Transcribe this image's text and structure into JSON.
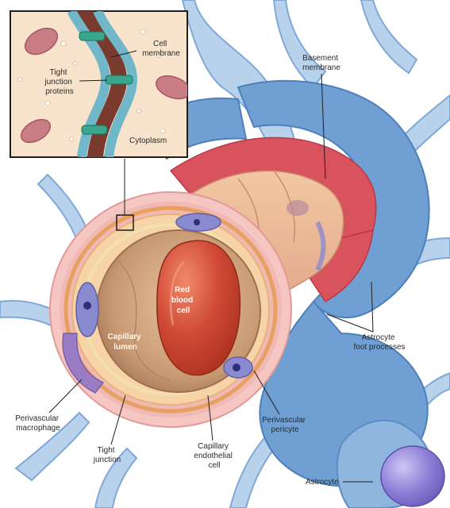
{
  "inset": {
    "cell_membrane": [
      "Cell",
      "membrane"
    ],
    "tight_junction_proteins": [
      "Tight",
      "junction",
      "proteins"
    ],
    "cytoplasm": "Cytoplasm"
  },
  "labels": {
    "basement_membrane": [
      "Basement",
      "membrane"
    ],
    "red_blood_cell": [
      "Red",
      "blood",
      "cell"
    ],
    "capillary_lumen": [
      "Capillary",
      "lumen"
    ],
    "astrocyte_foot_processes": [
      "Astrocyte",
      "foot processes"
    ],
    "perivascular_macrophage": [
      "Perivascular",
      "macrophage"
    ],
    "tight_junction": [
      "Tight",
      "junction"
    ],
    "capillary_endothelial_cell": [
      "Capillary",
      "endothelial",
      "cell"
    ],
    "perivascular_pericyte": [
      "Perivascular",
      "pericyte"
    ],
    "astrocyte": "Astrocyte"
  },
  "colors": {
    "background": "#ffffff",
    "astrocyte_blue": "#6f9fd3",
    "astrocyte_light": "#b9d2ec",
    "basement_membrane_red": "#d9535d",
    "wall_pink": "#f0b9b4",
    "lumen_tan": "#c89a74",
    "red_blood_cell": "#c8402f",
    "inset_cytoplasm": "#f8e3cc",
    "membrane_teal": "#6fb7c9",
    "junction_green": "#3aa68d",
    "endothelial_purple": "#8a8ad0",
    "astrocyte_body": "#8d7fd6"
  }
}
